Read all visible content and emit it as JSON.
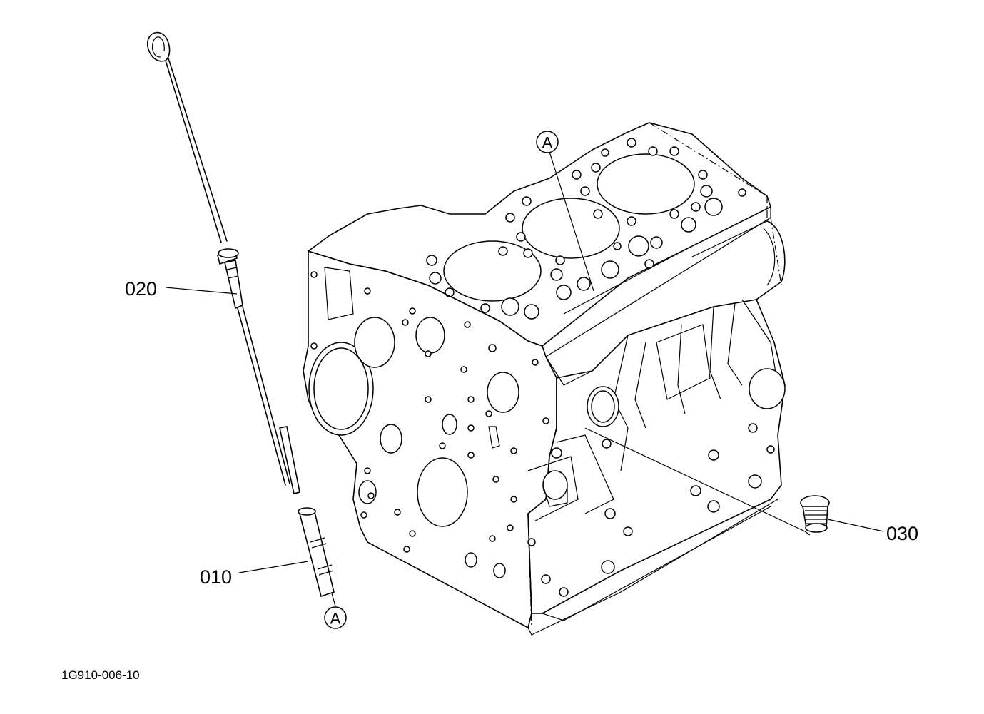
{
  "parts": [
    {
      "id": "part-010",
      "label": "010"
    },
    {
      "id": "part-020",
      "label": "020"
    },
    {
      "id": "part-030",
      "label": "030"
    }
  ],
  "references": [
    {
      "id": "ref-a-top",
      "label": "A"
    },
    {
      "id": "ref-a-bottom",
      "label": "A"
    }
  ],
  "drawing_code": "1G910-006-10"
}
